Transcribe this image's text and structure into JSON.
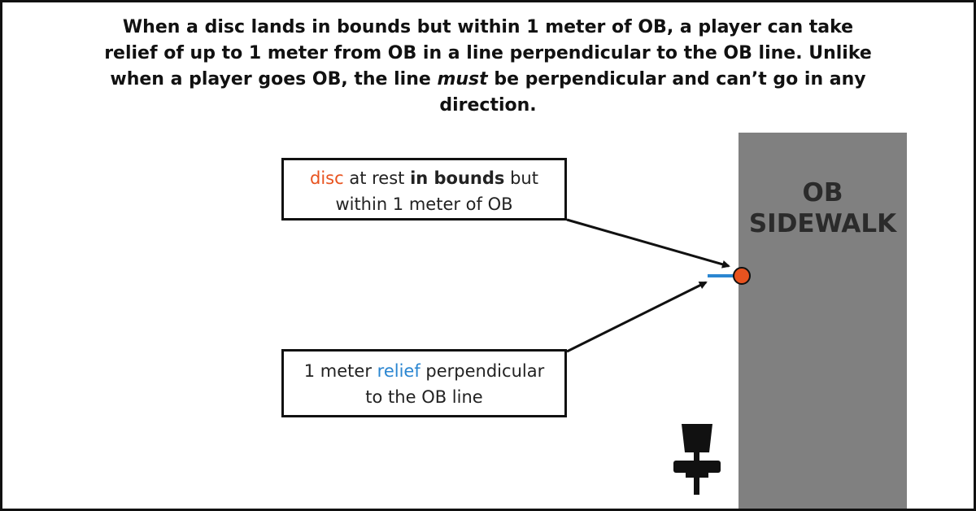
{
  "heading": {
    "part1": "When a disc lands in bounds but within 1 meter of OB, a player can take relief of up to 1 meter from OB in a line perpendicular to the OB line. Unlike when a player goes OB, the line ",
    "emphasis": "must",
    "part2": " be perpendicular and can’t go in any direction."
  },
  "sidewalk": {
    "line1": "OB",
    "line2": "SIDEWALK"
  },
  "disc_callout": {
    "word_disc": "disc",
    "text_at_rest": " at rest ",
    "word_in_bounds": "in bounds",
    "text_but": " but",
    "line2": "within 1 meter of OB"
  },
  "relief_callout": {
    "text_1_meter": "1 meter ",
    "word_relief": "relief",
    "text_perpendicular": " perpendicular",
    "line2": "to the OB line"
  },
  "colors": {
    "disc": "#e8531f",
    "relief": "#2b86d1",
    "sidewalk": "#808080",
    "text": "#111111"
  },
  "icons": [
    "disc-golf-basket-icon"
  ]
}
